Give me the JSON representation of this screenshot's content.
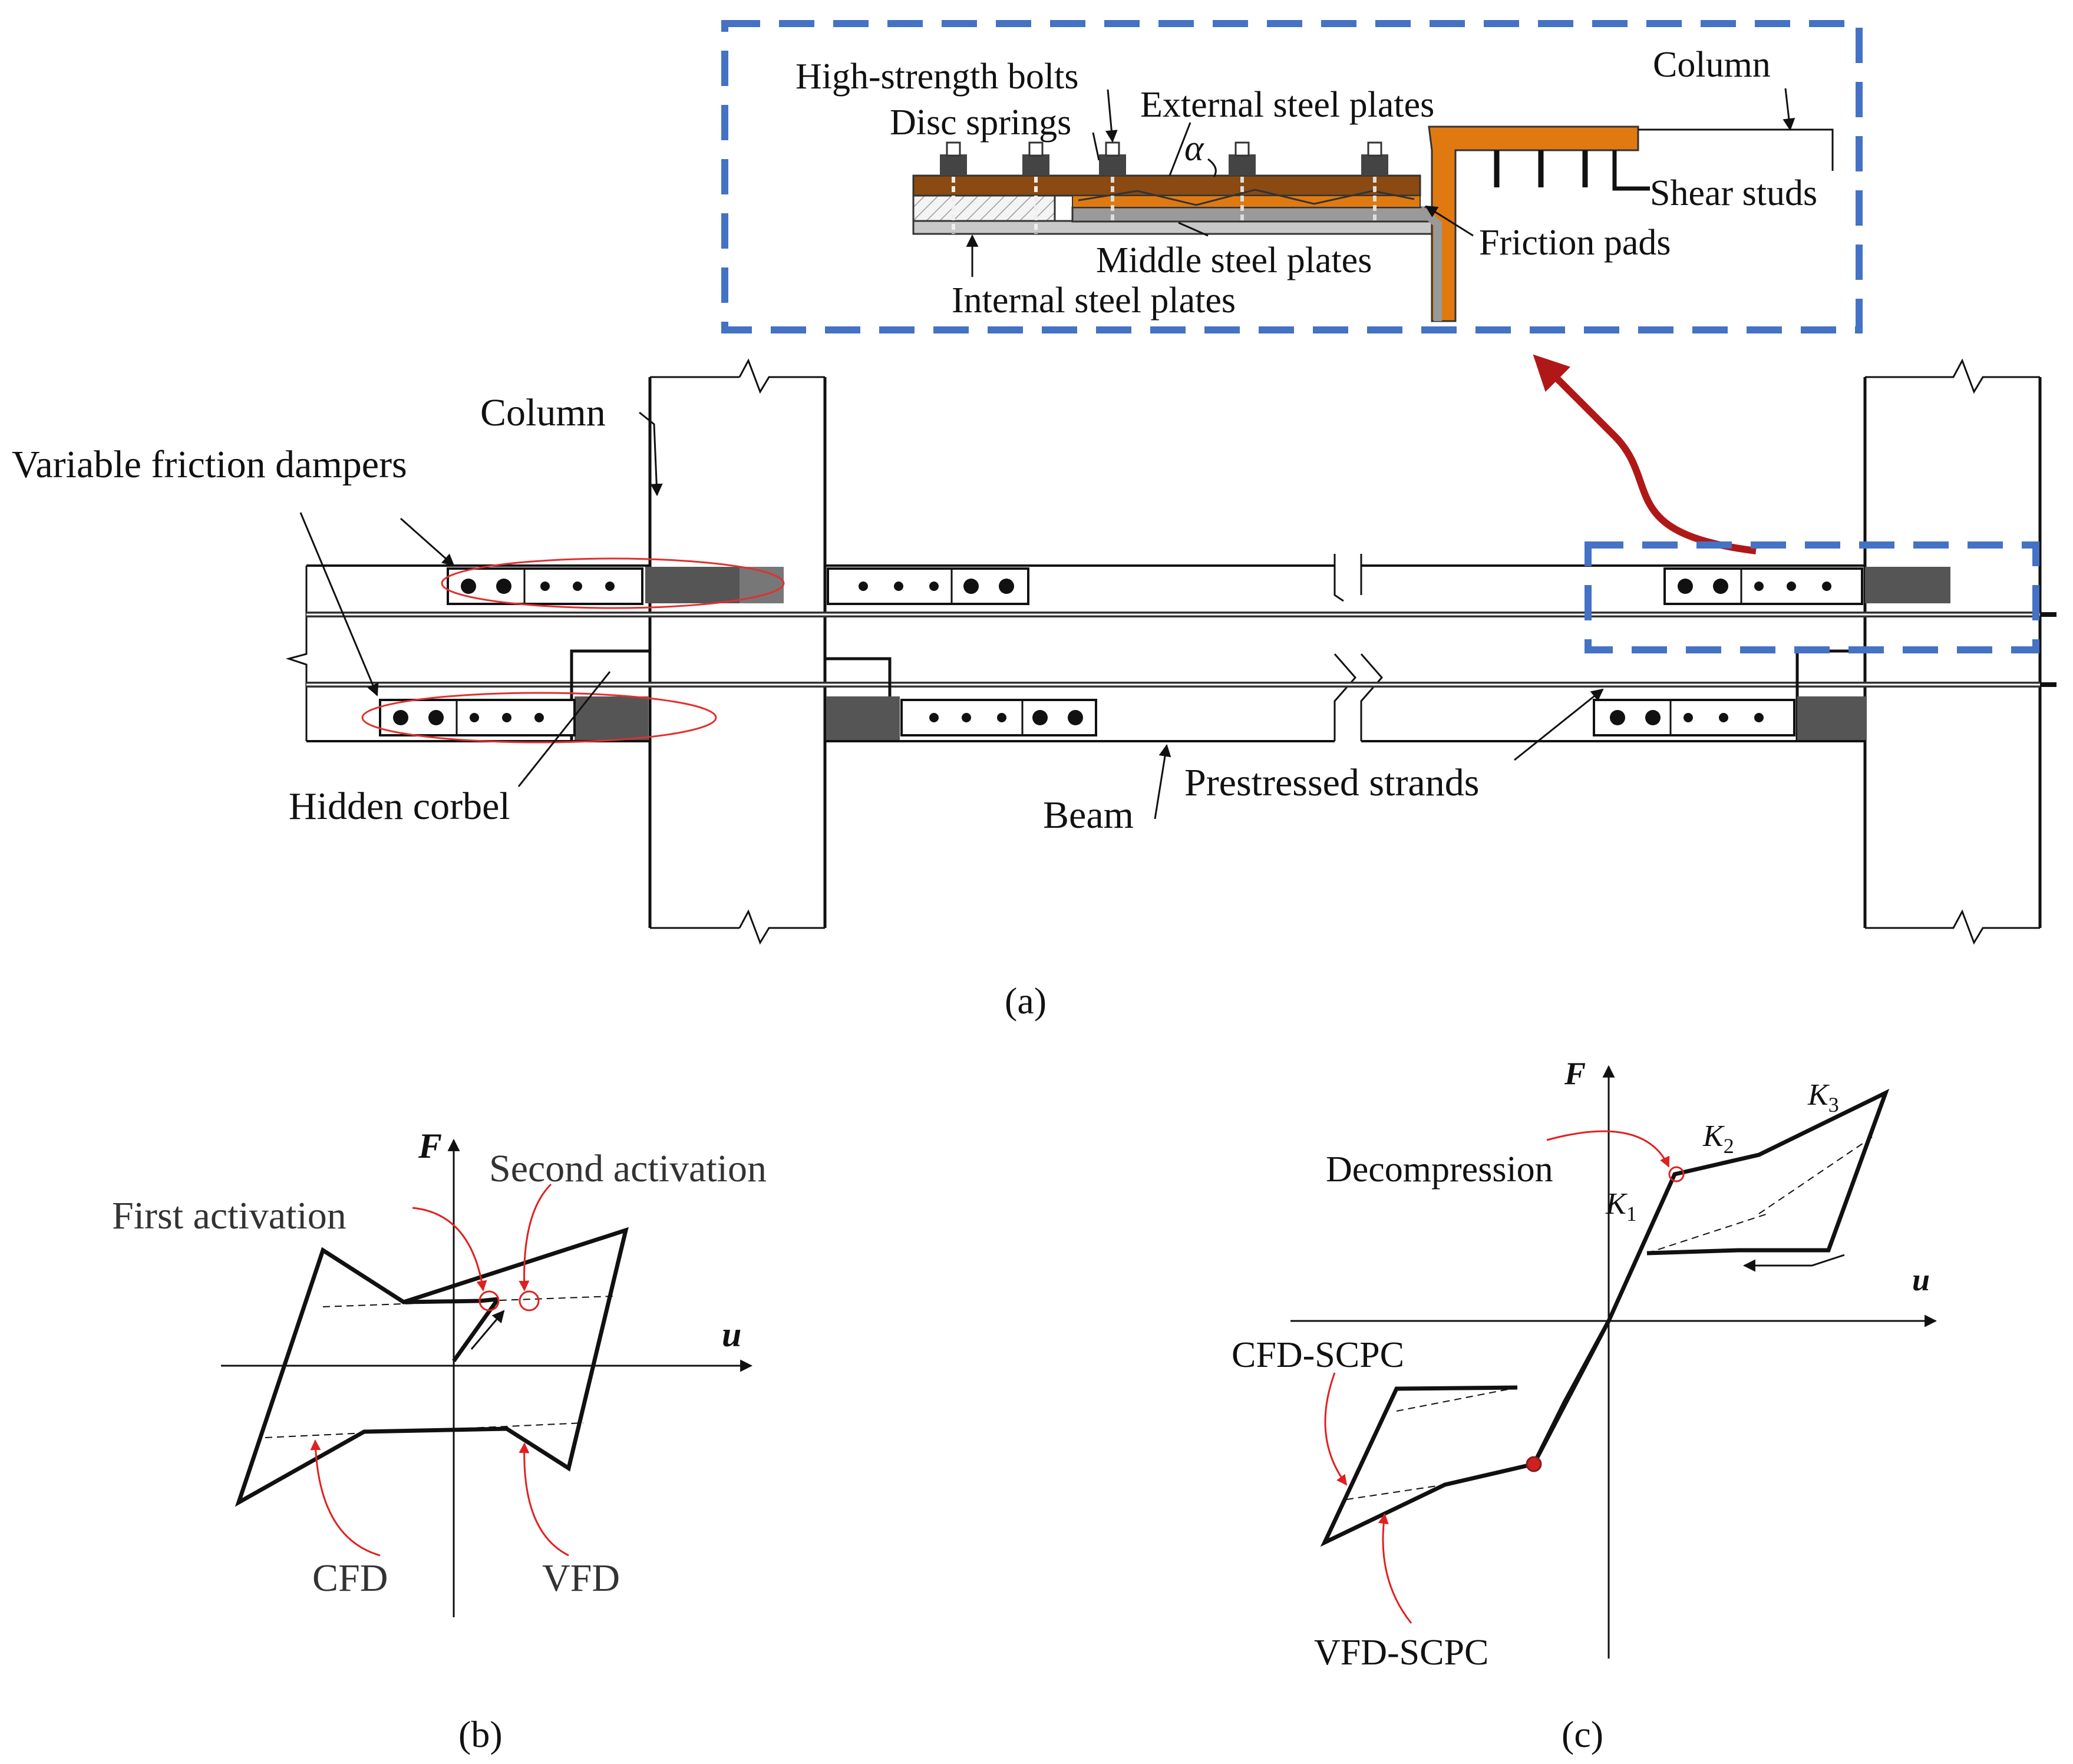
{
  "figure": {
    "panel_a": {
      "caption": "(a)",
      "detail_labels": {
        "high_strength_bolts": "High-strength bolts",
        "disc_springs": "Disc springs",
        "external_steel_plates": "External steel plates",
        "alpha": "α",
        "column": "Column",
        "shear_studs": "Shear studs",
        "friction_pads": "Friction pads",
        "middle_steel_plates": "Middle steel plates",
        "internal_steel_plates": "Internal steel plates"
      },
      "main_labels": {
        "column": "Column",
        "variable_friction_dampers": "Variable friction dampers",
        "hidden_corbel": "Hidden corbel",
        "beam": "Beam",
        "prestressed_strands": "Prestressed strands"
      }
    },
    "panel_b": {
      "caption": "(b)",
      "axis_f": "F",
      "axis_u": "u",
      "first_activation": "First activation",
      "second_activation": "Second activation",
      "cfd": "CFD",
      "vfd": "VFD"
    },
    "panel_c": {
      "caption": "(c)",
      "axis_f": "F",
      "axis_u": "u",
      "decompression": "Decompression",
      "k1": "K",
      "k1_sub": "1",
      "k2": "K",
      "k2_sub": "2",
      "k3": "K",
      "k3_sub": "3",
      "cfd_scpc": "CFD-SCPC",
      "vfd_scpc": "VFD-SCPC"
    }
  },
  "colors": {
    "detail_frame": "#4472c4",
    "arrow_red": "#b01818",
    "ellipse_red": "#e03030",
    "plate_orange": "#e07a10",
    "plate_brown": "#8a4a12",
    "plate_gray": "#a8a8a8",
    "dark_block": "#555555"
  }
}
